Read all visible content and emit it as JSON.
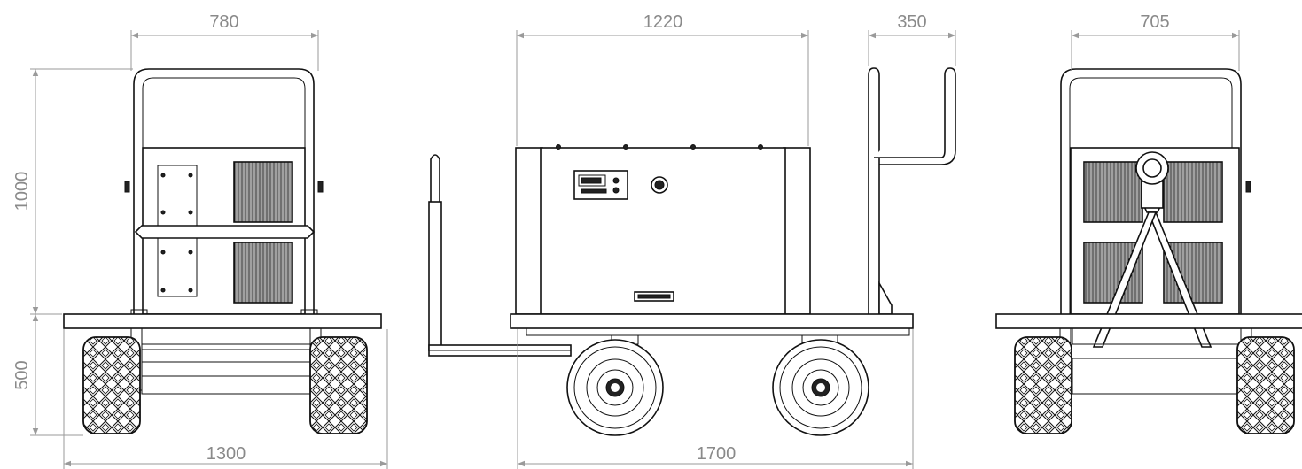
{
  "dimensions": {
    "front_width": "780",
    "front_height": "1000",
    "front_lower_height": "500",
    "front_track_width": "1300",
    "side_body_length": "1220",
    "side_handle_depth": "350",
    "side_total_length": "1700",
    "rear_width": "705"
  },
  "colors": {
    "line": "#111111",
    "dimension": "#8a8a8a",
    "background": "#ffffff"
  }
}
